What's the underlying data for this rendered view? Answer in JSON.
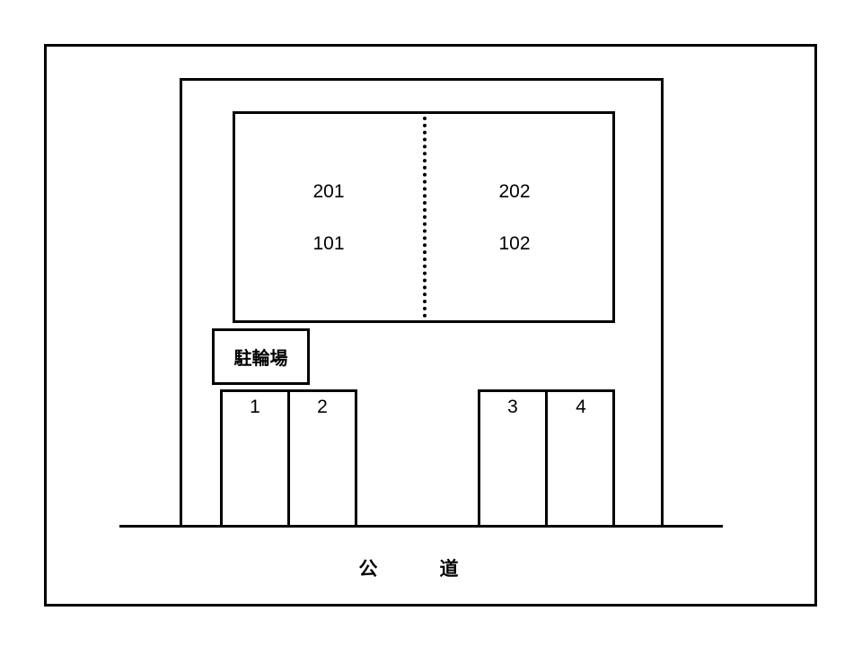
{
  "units": {
    "left_upper": "201",
    "left_lower": "101",
    "right_upper": "202",
    "right_lower": "102"
  },
  "bicycle_parking": "駐輪場",
  "parking_spaces": [
    "1",
    "2",
    "3",
    "4"
  ],
  "road_label": {
    "char1": "公",
    "char2": "道"
  }
}
